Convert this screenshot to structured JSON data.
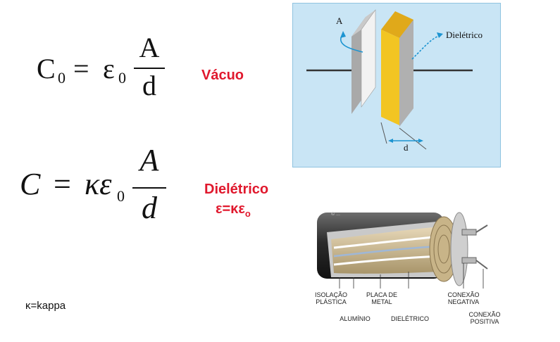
{
  "formula1": {
    "c": "C",
    "c_sub": "0",
    "eq": "=",
    "eps": "ε",
    "eps_sub": "0",
    "num": "A",
    "den": "d"
  },
  "formula2": {
    "c": "C",
    "eq": "=",
    "kappa_eps": "κε",
    "eps_sub": "0",
    "num": "A",
    "den": "d"
  },
  "labels": {
    "vacuo": "Vácuo",
    "dieletrico": "Dielétrico",
    "eps_relation_main": "ε=κε",
    "eps_relation_sub": "o",
    "kappa_note": "κ=kappa"
  },
  "diagram1": {
    "plate_label": "A",
    "dielectric_label": "Dielétrico",
    "distance_label": "d",
    "background": "#c9e5f5",
    "dielectric_color": "#f2c522"
  },
  "diagram2": {
    "watermark": "© ...",
    "labels": {
      "isolacao": "ISOLAÇÃO\nPLÁSTICA",
      "placa": "PLACA DE\nMETAL",
      "conexao_neg": "CONEXÃO\nNEGATIVA",
      "aluminio": "ALUMÍNIO",
      "dieletrico": "DIELÉTRICO",
      "conexao_pos": "CONEXÃO\nPOSITIVA"
    }
  }
}
